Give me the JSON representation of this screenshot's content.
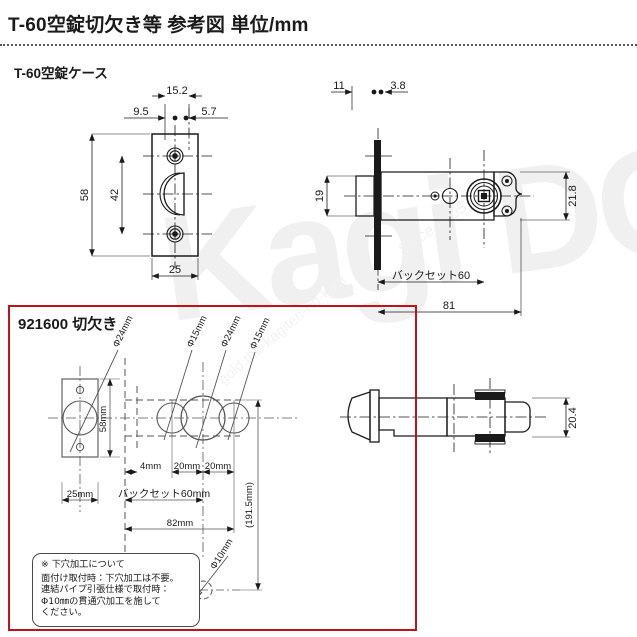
{
  "header": {
    "title": "T-60空錠切欠き等 参考図 単位/mm",
    "section_label": "T-60空錠ケース"
  },
  "watermark": {
    "brand": "Kagi DO",
    "url": "gold:the-kagiten-no-kagi",
    "since": "Since 2005"
  },
  "front_view": {
    "name": "T-60 lock case faceplate front view",
    "dims": {
      "width_total": "15.2",
      "left_edge": "9.5",
      "right_edge": "5.7",
      "height_total": "58",
      "hole_pitch": "42",
      "plate_width": "25"
    }
  },
  "top_view": {
    "name": "T-60 lock case top view",
    "dims": {
      "faceplate_offset": "11",
      "faceplate_thickness": "3.8",
      "latch_height": "19",
      "case_height": "21.8",
      "backset": "バックセット60",
      "overall_length": "81"
    }
  },
  "side_view": {
    "name": "latch side view",
    "dims": {
      "case_depth": "20.4"
    }
  },
  "cut_box": {
    "title": "921600 切欠き",
    "dims": {
      "plate_hole": "Φ24mm",
      "plate_height": "58mm",
      "plate_width": "25mm",
      "door_edge_gap": "4mm",
      "hole_left": "Φ15mm",
      "hole_center": "Φ24mm",
      "hole_right": "Φ15mm",
      "pitch_left": "20mm",
      "pitch_right": "20mm",
      "backset": "バックセット60mm",
      "total": "82mm",
      "floor_height": "(191.5mm)",
      "through_hole": "Φ10mm"
    },
    "note": {
      "line1": "※ 下穴加工について",
      "line2": "面付け取付時：下穴加工は不要。",
      "line3": "連結パイプ引張仕様で取付時：",
      "line4": "Φ10㎜の貫通穴加工を施して",
      "line5": "ください。"
    }
  },
  "colors": {
    "ink": "#1a1a1a",
    "frame_red": "#c0121a",
    "watermark": "#f0f0f0"
  }
}
